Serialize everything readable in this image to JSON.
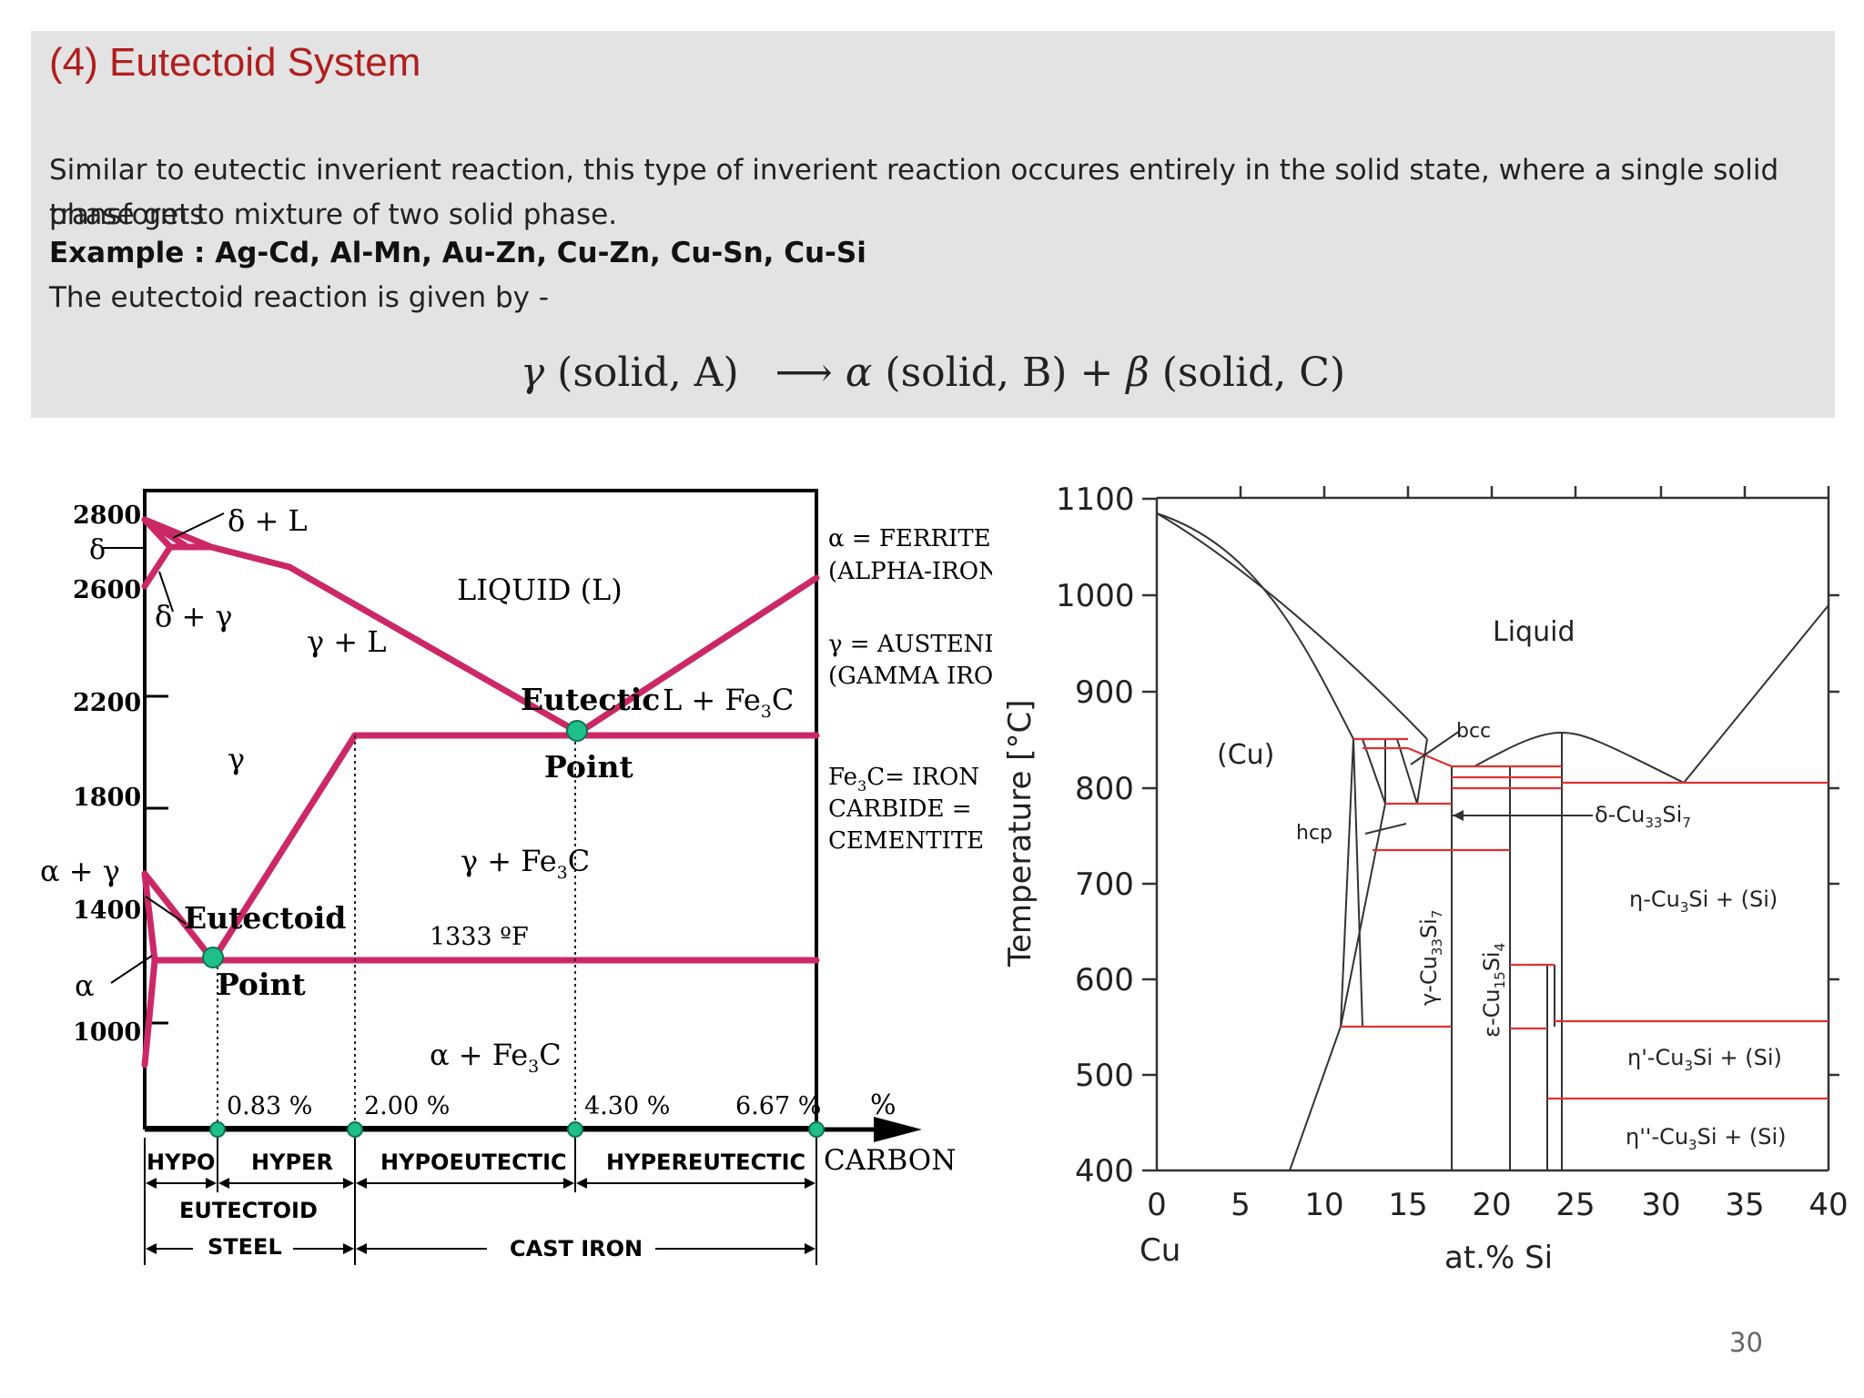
{
  "slide": {
    "title": "(4) Eutectoid System",
    "description_line1": "Similar to eutectic inverient reaction, this type of inverient reaction occures entirely in the solid state, where a single solid phase gets",
    "description_line2": "transform to mixture of two solid phase.",
    "example": "Example : Ag-Cd, Al-Mn, Au-Zn, Cu-Zn, Cu-Sn, Cu-Si",
    "reaction_intro": "The eutectoid reaction is given by -",
    "equation": {
      "reactant": "γ",
      "reactant_state": "(solid, A)",
      "arrow": "⟶",
      "product1": "α",
      "product1_state": "(solid, B)",
      "plus": "+",
      "product2": "β",
      "product2_state": "(solid, C)"
    },
    "page_number": "30"
  },
  "fe_c_diagram": {
    "y_ticks": [
      {
        "label": "2800"
      },
      {
        "label": "δ"
      },
      {
        "label": "2600"
      },
      {
        "label": "2200"
      },
      {
        "label": "1800"
      },
      {
        "label": "α + γ"
      },
      {
        "label": "1400"
      },
      {
        "label": "α"
      },
      {
        "label": "1000"
      }
    ],
    "region_labels": {
      "delta_l": "δ  + L",
      "delta_gamma": "δ + γ",
      "liquid": "LIQUID (L)",
      "gamma_l": "γ + L",
      "gamma": "γ",
      "eutectic": "Eutectic",
      "eutectic_point": "Point",
      "l_fe3c": "L  + Fe",
      "gamma_fe3c": "γ  + Fe",
      "eutectoid": "Eutectoid",
      "eutectoid_point": "Point",
      "temp_1333": "1333 ºF",
      "alpha_fe3c": "α + Fe",
      "fe3c_sub": "3",
      "fe3c_c": "C"
    },
    "percents": [
      "0.83 %",
      "2.00 %",
      "4.30 %",
      "6.67 %"
    ],
    "x_unit": "%",
    "carbon": "CARBON",
    "bottom_labels": {
      "hypo": "HYPO",
      "hyper": "HYPER",
      "hypoeutectic": "HYPOEUTECTIC",
      "hypereutectic": "HYPEREUTECTIC",
      "eutectoid": "EUTECTOID",
      "steel": "STEEL",
      "cast_iron": "CAST IRON"
    },
    "legend": {
      "ferrite_1": "α = FERRITE",
      "ferrite_2": "(ALPHA-IRON)",
      "austenite_1": "γ = AUSTENITE",
      "austenite_2": "(GAMMA IRON)",
      "cementite_1": "Fe",
      "cementite_1b": "C= IRON",
      "cementite_2": "CARBIDE =",
      "cementite_3": "CEMENTITE"
    },
    "colors": {
      "phase_line": "#cc2868",
      "point": "#1fbf8a"
    }
  },
  "cu_si_diagram": {
    "y_ticks": [
      "1100",
      "1000",
      "900",
      "800",
      "700",
      "600",
      "500",
      "400"
    ],
    "x_ticks": [
      "0",
      "5",
      "10",
      "15",
      "20",
      "25",
      "30",
      "35",
      "40"
    ],
    "x_sub_left": "Cu",
    "x_label": "at.% Si",
    "y_label": "Temperature [°C]",
    "labels": {
      "liquid": "Liquid",
      "cu": "(Cu)",
      "bcc": "bcc",
      "hcp": "hcp",
      "delta": "δ-Cu",
      "delta_sub1": "33",
      "delta_si": "Si",
      "delta_sub2": "7",
      "gamma": "γ-Cu",
      "gamma_sub1": "33",
      "gamma_si": "Si",
      "gamma_sub2": "7",
      "eps": "ε-Cu",
      "eps_sub1": "15",
      "eps_si": "Si",
      "eps_sub2": "4",
      "eta1": "η-Cu",
      "eta2": "η'-Cu",
      "eta3": "η''-Cu",
      "eta_sub": "3",
      "eta_rest": "Si + (Si)"
    },
    "colors": {
      "line": "#333333",
      "red": "#e23030"
    }
  }
}
